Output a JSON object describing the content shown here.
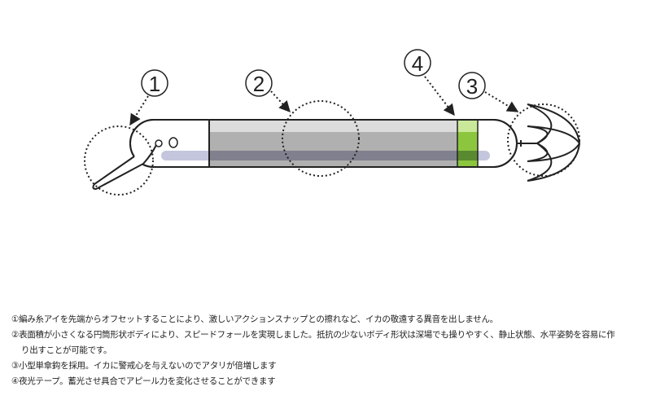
{
  "callouts": [
    "1",
    "2",
    "3",
    "4"
  ],
  "colors": {
    "body_gray": "#b0b0b0",
    "top_band": "#dcdcdc",
    "dark_band": "#80808f",
    "glow_tape": "#8cc63f",
    "stripe": "#b8bcd6"
  },
  "notes": {
    "n1": "①編み糸アイを先端からオフセットすることにより、激しいアクションスナップとの擦れなど、イカの敬遠する異音を出しません。",
    "n2a": "②表面積が小さくなる円筒形状ボディにより、スピードフォールを実現しました。抵抗の少ないボディ形状は深場でも操りやすく、静止状態、水平姿勢を容易に作",
    "n2b": "り出すことが可能です。",
    "n3": "③小型単傘鈎を採用。イカに警戒心を与えないのでアタリが倍増します",
    "n4": "④夜光テープ。蓄光させ具合でアピール力を変化させることができます"
  }
}
